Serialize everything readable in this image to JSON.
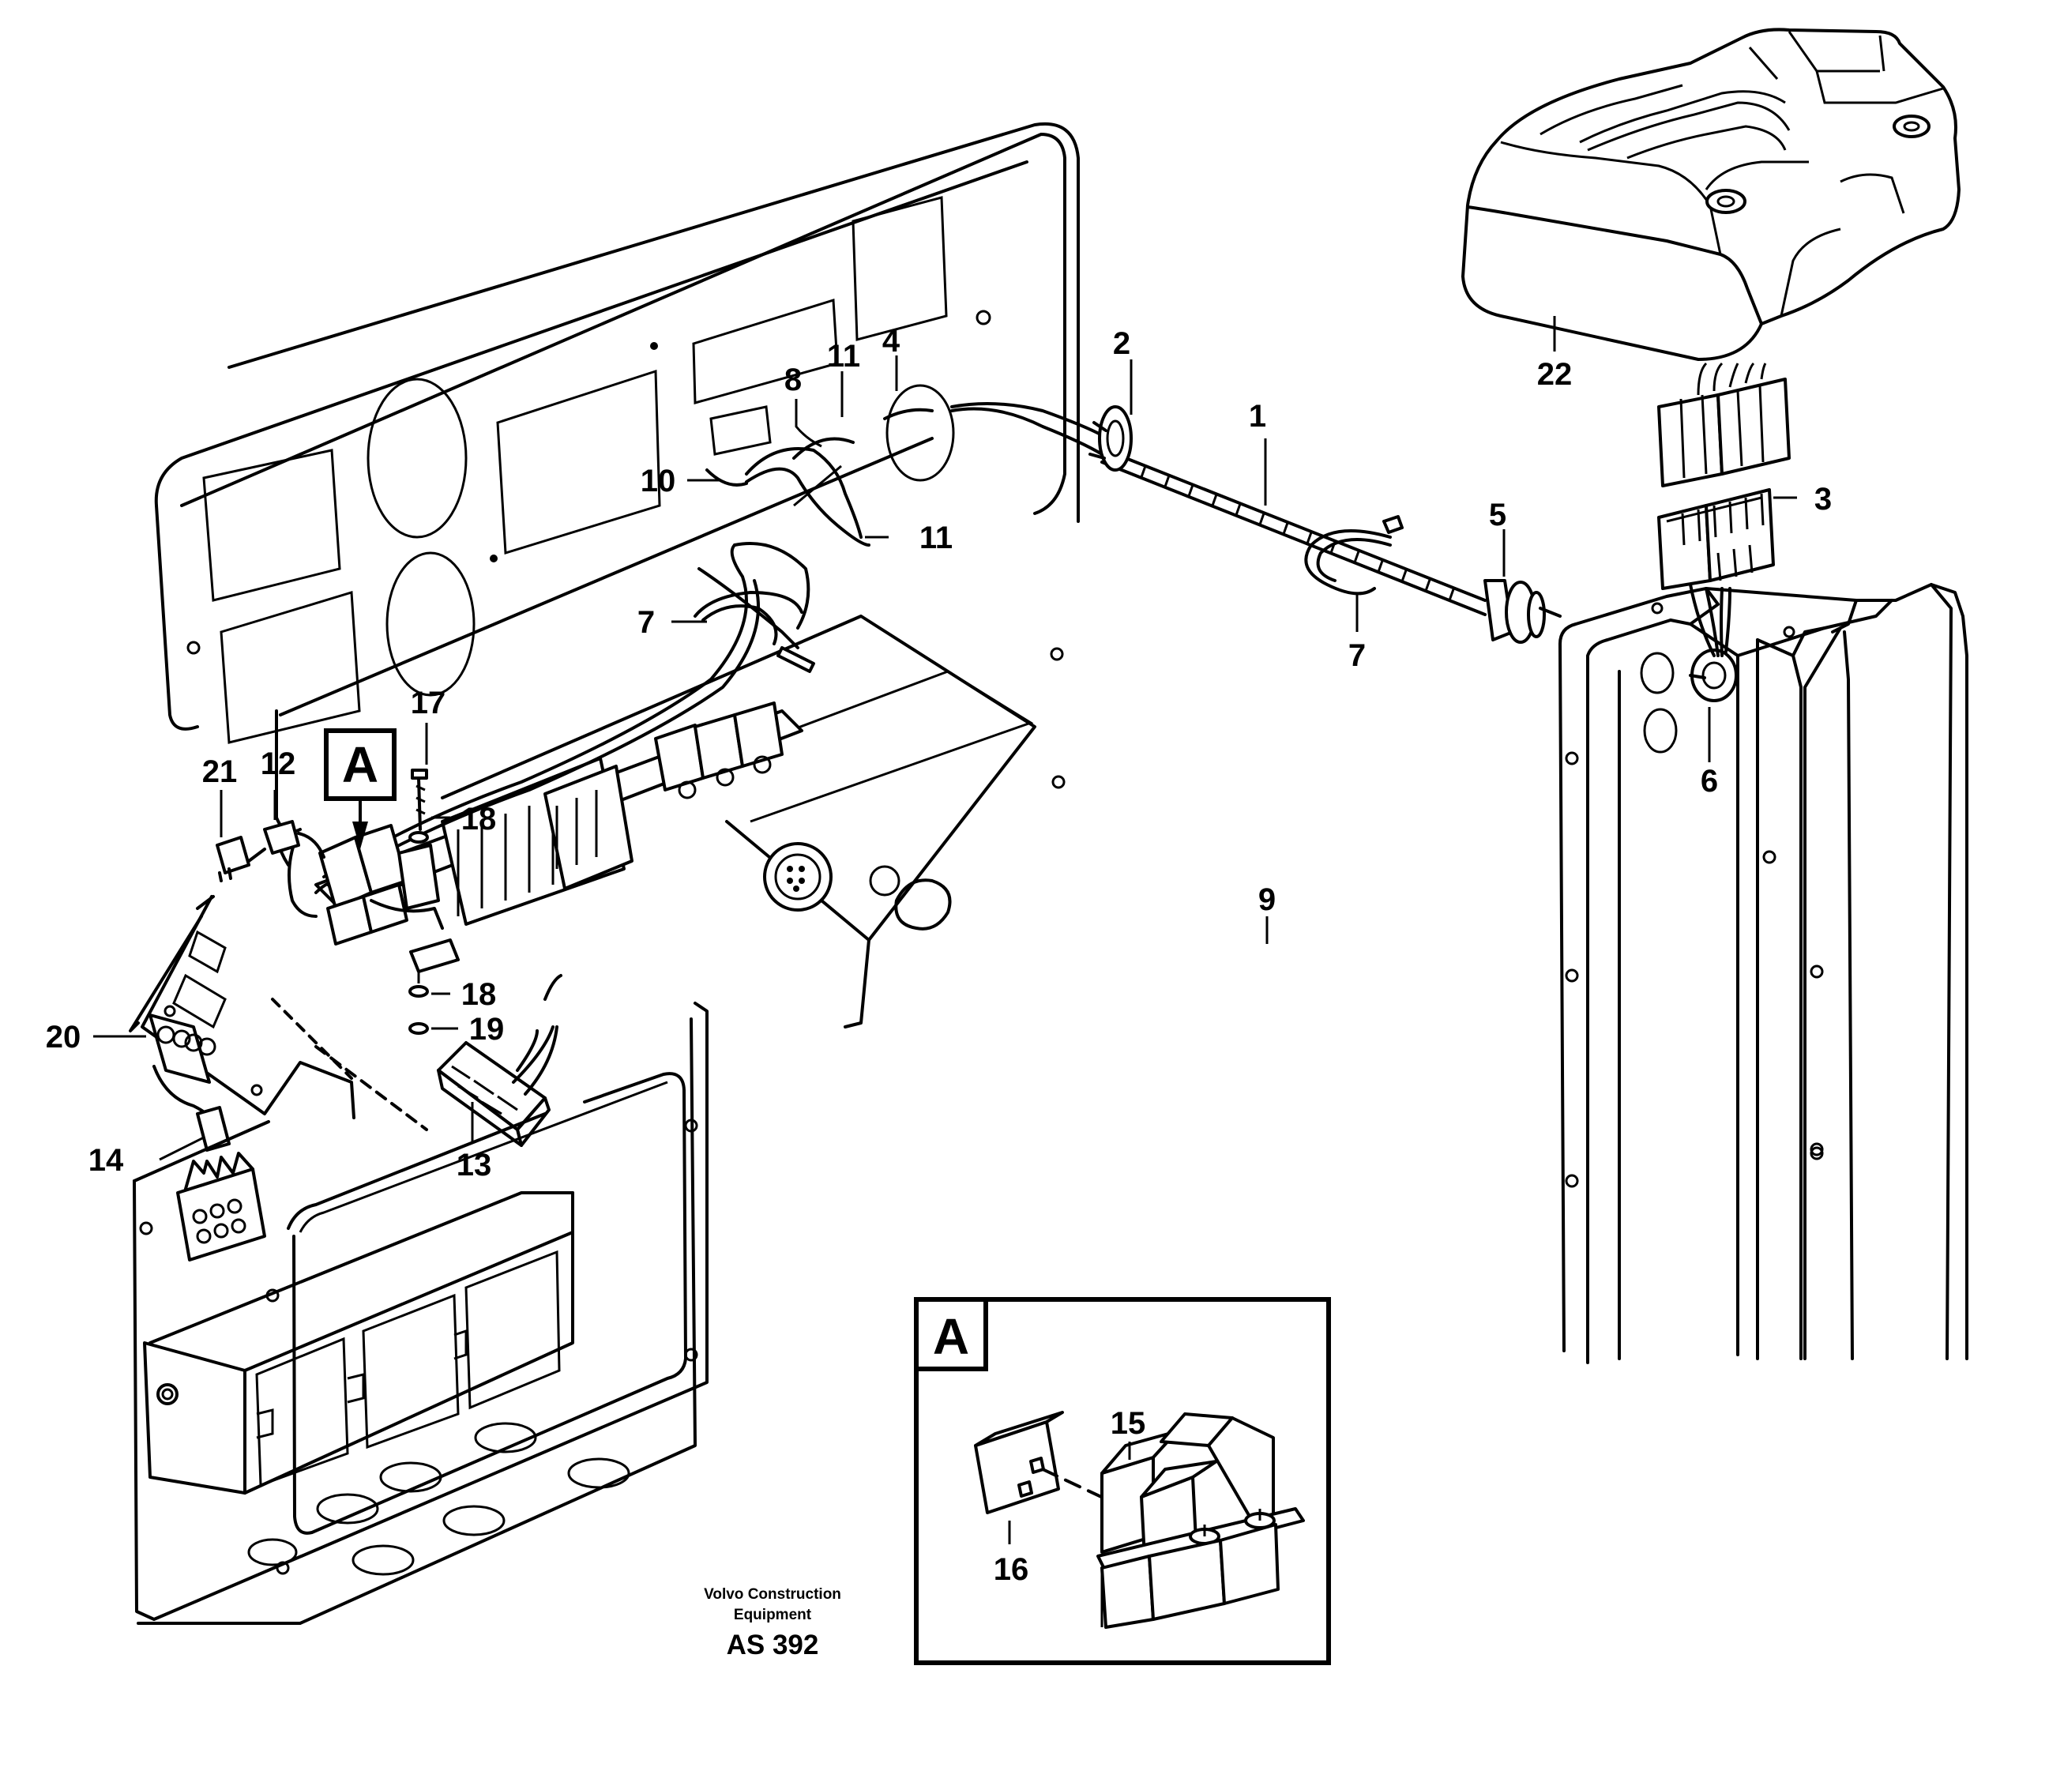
{
  "callouts": {
    "c1": "1",
    "c2": "2",
    "c3": "3",
    "c4": "4",
    "c5": "5",
    "c6": "6",
    "c7a": "7",
    "c7b": "7",
    "c8": "8",
    "c9": "9",
    "c10": "10",
    "c11a": "11",
    "c11b": "11",
    "c12": "12",
    "c13": "13",
    "c14": "14",
    "c15": "15",
    "c16": "16",
    "c17": "17",
    "c18a": "18",
    "c18b": "18",
    "c19": "19",
    "c20": "20",
    "c21": "21",
    "c22": "22"
  },
  "detail_marker": "A",
  "detail_view_label": "A",
  "caption": {
    "line1": "Volvo Construction",
    "line2": "Equipment",
    "code": "AS 392"
  }
}
